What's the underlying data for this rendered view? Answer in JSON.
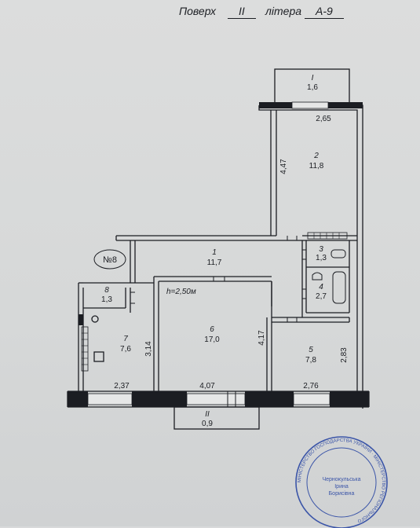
{
  "header": {
    "floor_label": "Поверх",
    "floor_value": "II",
    "letter_label": "літера",
    "letter_value": "А-9"
  },
  "plan_marker": "№8",
  "ceiling_height": "h=2,50м",
  "rooms": [
    {
      "number": "I",
      "area": "1,6"
    },
    {
      "number": "2",
      "area": "11,8"
    },
    {
      "number": "1",
      "area": "11,7"
    },
    {
      "number": "3",
      "area": "1,3"
    },
    {
      "number": "4",
      "area": "2,7"
    },
    {
      "number": "8",
      "area": "1,3"
    },
    {
      "number": "7",
      "area": "7,6"
    },
    {
      "number": "6",
      "area": "17,0"
    },
    {
      "number": "5",
      "area": "7,8"
    },
    {
      "number": "II",
      "area": "0,9"
    }
  ],
  "dimensions": {
    "balcony_top_width": "2,65",
    "room2_length": "4,47",
    "room7_length": "3,14",
    "room6_length": "4,17",
    "room5_length": "2,83",
    "room7_width": "2,37",
    "room6_width": "4,07",
    "room5_width": "2,76"
  },
  "stamp": {
    "ring_text": "МІНІСТЕРСТВО ГОСПОДАРСТВА УКРАЇНИ · МІНІСТЕРСТВО РЕГІОНАЛЬНОГО",
    "inner_lines": [
      "Черноκульська",
      "Ірина",
      "Борисівна"
    ]
  },
  "colors": {
    "paper": "#d9dadb",
    "ink": "#1b1d22",
    "stamp": "#3b55a8"
  }
}
